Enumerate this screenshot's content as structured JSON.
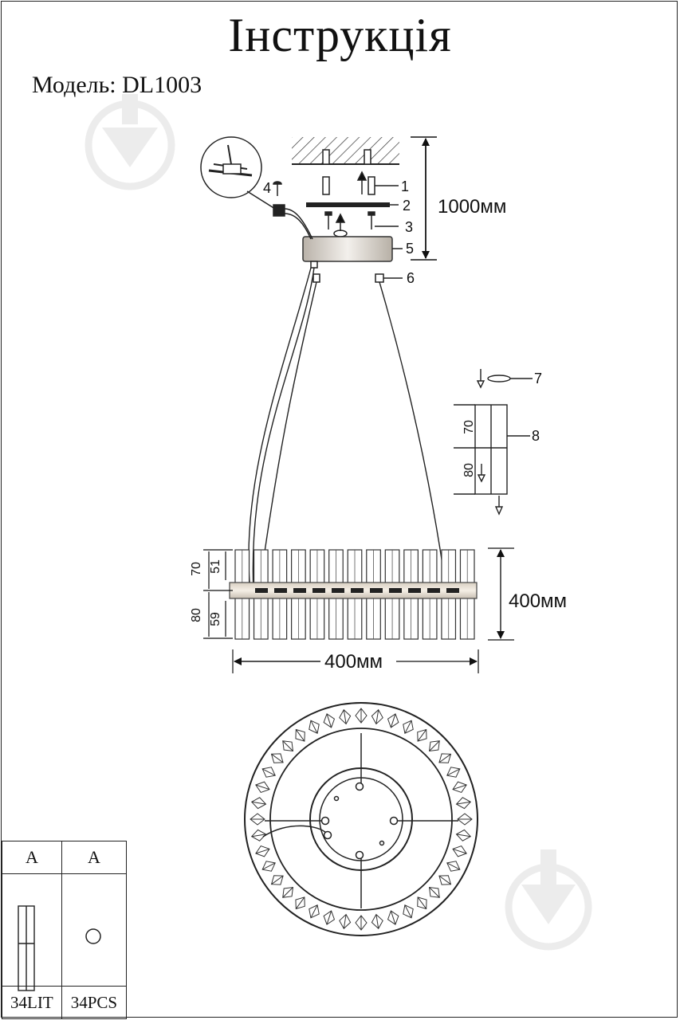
{
  "header": {
    "title": "Інструкція",
    "model": "Модель: DL1003"
  },
  "callouts": [
    "1",
    "2",
    "3",
    "4",
    "5",
    "6",
    "7",
    "8"
  ],
  "dimensions": {
    "hanging_length": "1000мм",
    "height": "400мм",
    "diameter": "400мм",
    "crystal_upper": "70",
    "crystal_lower": "80",
    "upper_inner": "51",
    "lower_inner": "59",
    "detail_upper": "70",
    "detail_lower": "80"
  },
  "parts_table": {
    "headers": [
      "A",
      "A"
    ],
    "quantities": [
      "34LIT",
      "34PCS"
    ]
  },
  "icons": [
    "crystal-bar-icon",
    "ring-icon",
    "watermark-icon"
  ]
}
